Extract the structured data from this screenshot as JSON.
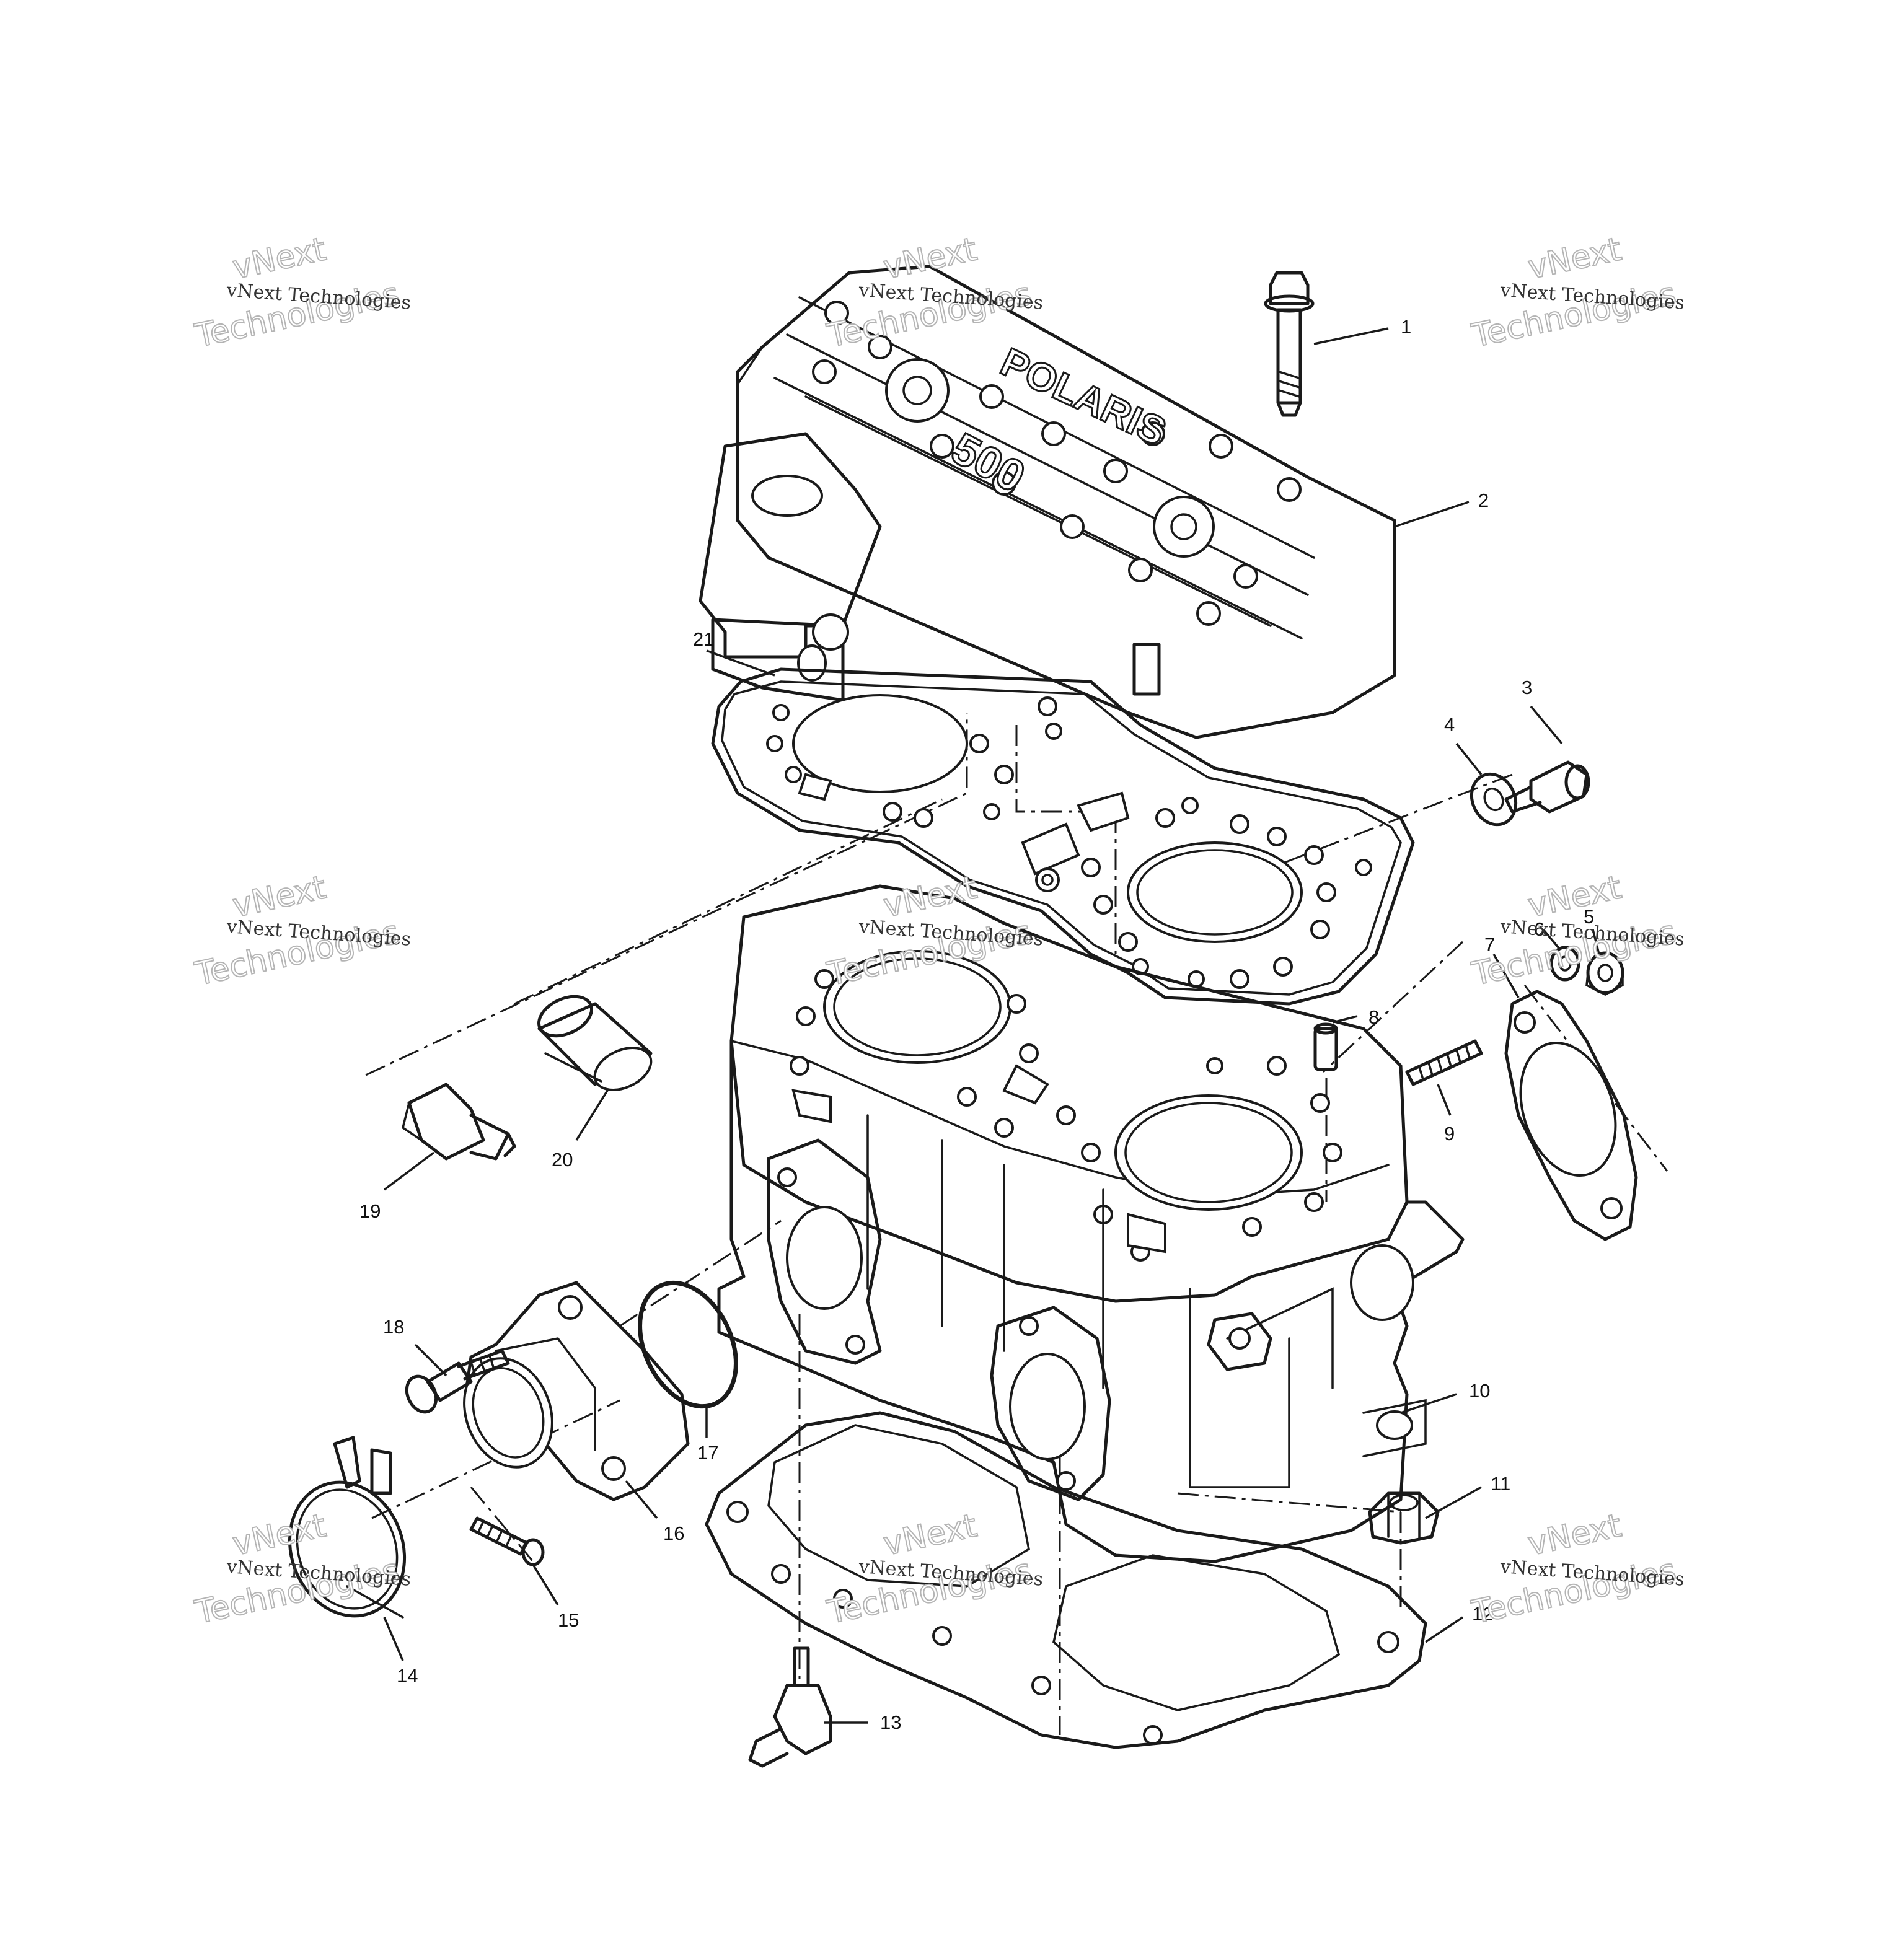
{
  "diagram": {
    "callouts": [
      "1",
      "2",
      "3",
      "4",
      "5",
      "6",
      "7",
      "8",
      "9",
      "10",
      "11",
      "12",
      "13",
      "14",
      "15",
      "16",
      "17",
      "18",
      "19",
      "20",
      "21"
    ],
    "engraving": {
      "brand": "POLARIS",
      "model": "500"
    },
    "watermark": {
      "company": "vNext Technologies",
      "line1": "vNext",
      "line2": "Technologies"
    },
    "colors": {
      "ink": "#1a1a1a",
      "background": "#ffffff",
      "watermark": "#b4b4b4"
    }
  }
}
